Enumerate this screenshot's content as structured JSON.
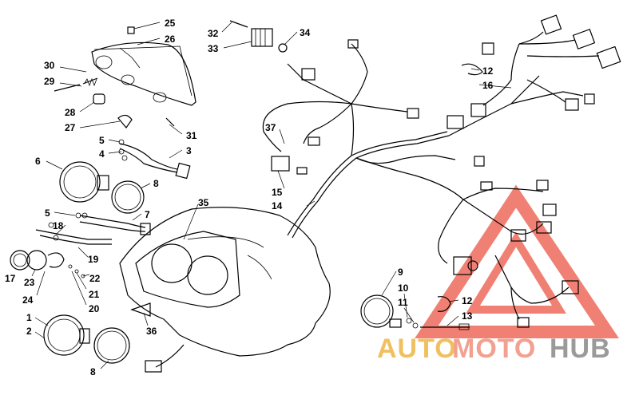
{
  "diagram": {
    "callouts": [
      {
        "id": "c25",
        "label": "25"
      },
      {
        "id": "c26",
        "label": "26"
      },
      {
        "id": "c30",
        "label": "30"
      },
      {
        "id": "c29",
        "label": "29"
      },
      {
        "id": "c28",
        "label": "28"
      },
      {
        "id": "c27",
        "label": "27"
      },
      {
        "id": "c31",
        "label": "31"
      },
      {
        "id": "c5a",
        "label": "5"
      },
      {
        "id": "c4",
        "label": "4"
      },
      {
        "id": "c3",
        "label": "3"
      },
      {
        "id": "c6",
        "label": "6"
      },
      {
        "id": "c8a",
        "label": "8"
      },
      {
        "id": "c5b",
        "label": "5"
      },
      {
        "id": "c7",
        "label": "7"
      },
      {
        "id": "c18",
        "label": "18"
      },
      {
        "id": "c19",
        "label": "19"
      },
      {
        "id": "c22",
        "label": "22"
      },
      {
        "id": "c17",
        "label": "17"
      },
      {
        "id": "c23",
        "label": "23"
      },
      {
        "id": "c21",
        "label": "21"
      },
      {
        "id": "c24",
        "label": "24"
      },
      {
        "id": "c20",
        "label": "20"
      },
      {
        "id": "c1",
        "label": "1"
      },
      {
        "id": "c2",
        "label": "2"
      },
      {
        "id": "c36",
        "label": "36"
      },
      {
        "id": "c8b",
        "label": "8"
      },
      {
        "id": "c35",
        "label": "35"
      },
      {
        "id": "c32",
        "label": "32"
      },
      {
        "id": "c34",
        "label": "34"
      },
      {
        "id": "c33",
        "label": "33"
      },
      {
        "id": "c37",
        "label": "37"
      },
      {
        "id": "c15",
        "label": "15"
      },
      {
        "id": "c14",
        "label": "14"
      },
      {
        "id": "c12a",
        "label": "12"
      },
      {
        "id": "c16",
        "label": "16"
      },
      {
        "id": "c9",
        "label": "9"
      },
      {
        "id": "c10",
        "label": "10"
      },
      {
        "id": "c11",
        "label": "11"
      },
      {
        "id": "c12b",
        "label": "12"
      },
      {
        "id": "c13",
        "label": "13"
      }
    ]
  },
  "watermark": {
    "part1": "AUTO",
    "part2": "MOTO",
    "part3": "HUB",
    "color_auto": "#f0c060",
    "color_moto": "#f2a090",
    "color_hub": "#9a9a9a",
    "triangle_color": "#ee6a5c"
  }
}
